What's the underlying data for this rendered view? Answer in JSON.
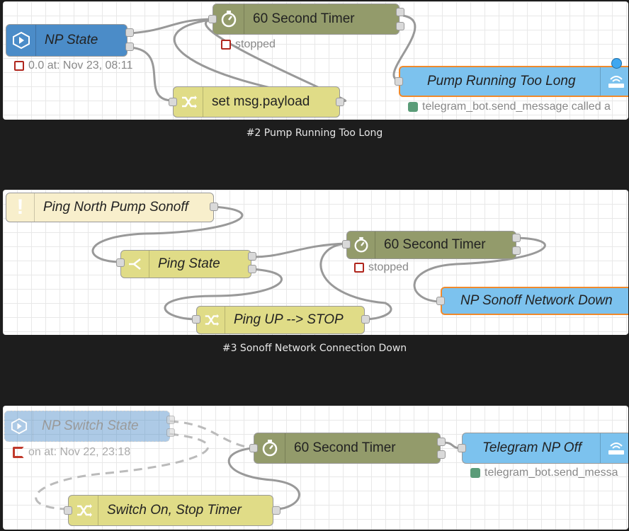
{
  "flows": [
    {
      "caption": "#2 Pump Running Too Long",
      "nodes": {
        "np_state": "NP State",
        "timer": "60 Second Timer",
        "set_payload": "set msg.payload",
        "pump_running": "Pump Running Too Long"
      },
      "status": {
        "np_state": "0.0 at: Nov 23, 08:11",
        "timer": "stopped",
        "pump_running": "telegram_bot.send_message called a"
      }
    },
    {
      "caption": "#3 Sonoff Network Connection Down",
      "nodes": {
        "ping": "Ping North Pump Sonoff",
        "ping_state": "Ping State",
        "timer": "60 Second Timer",
        "ping_up": "Ping UP --> STOP",
        "np_sonoff": "NP Sonoff Network Down"
      },
      "status": {
        "timer": "stopped"
      }
    },
    {
      "caption": "",
      "nodes": {
        "np_switch": "NP Switch State",
        "timer": "60 Second Timer",
        "telegram": "Telegram NP Off",
        "switch_on": "Switch On, Stop Timer"
      },
      "status": {
        "np_switch": "on at: Nov 22, 23:18",
        "telegram": "telegram_bot.send_messa"
      }
    }
  ],
  "colors": {
    "ha_state": "#4b8cc8",
    "timer": "#939b6b",
    "function": "#e0dc87",
    "telegram": "#7cc2ee",
    "selected_border": "#f08a2c"
  }
}
